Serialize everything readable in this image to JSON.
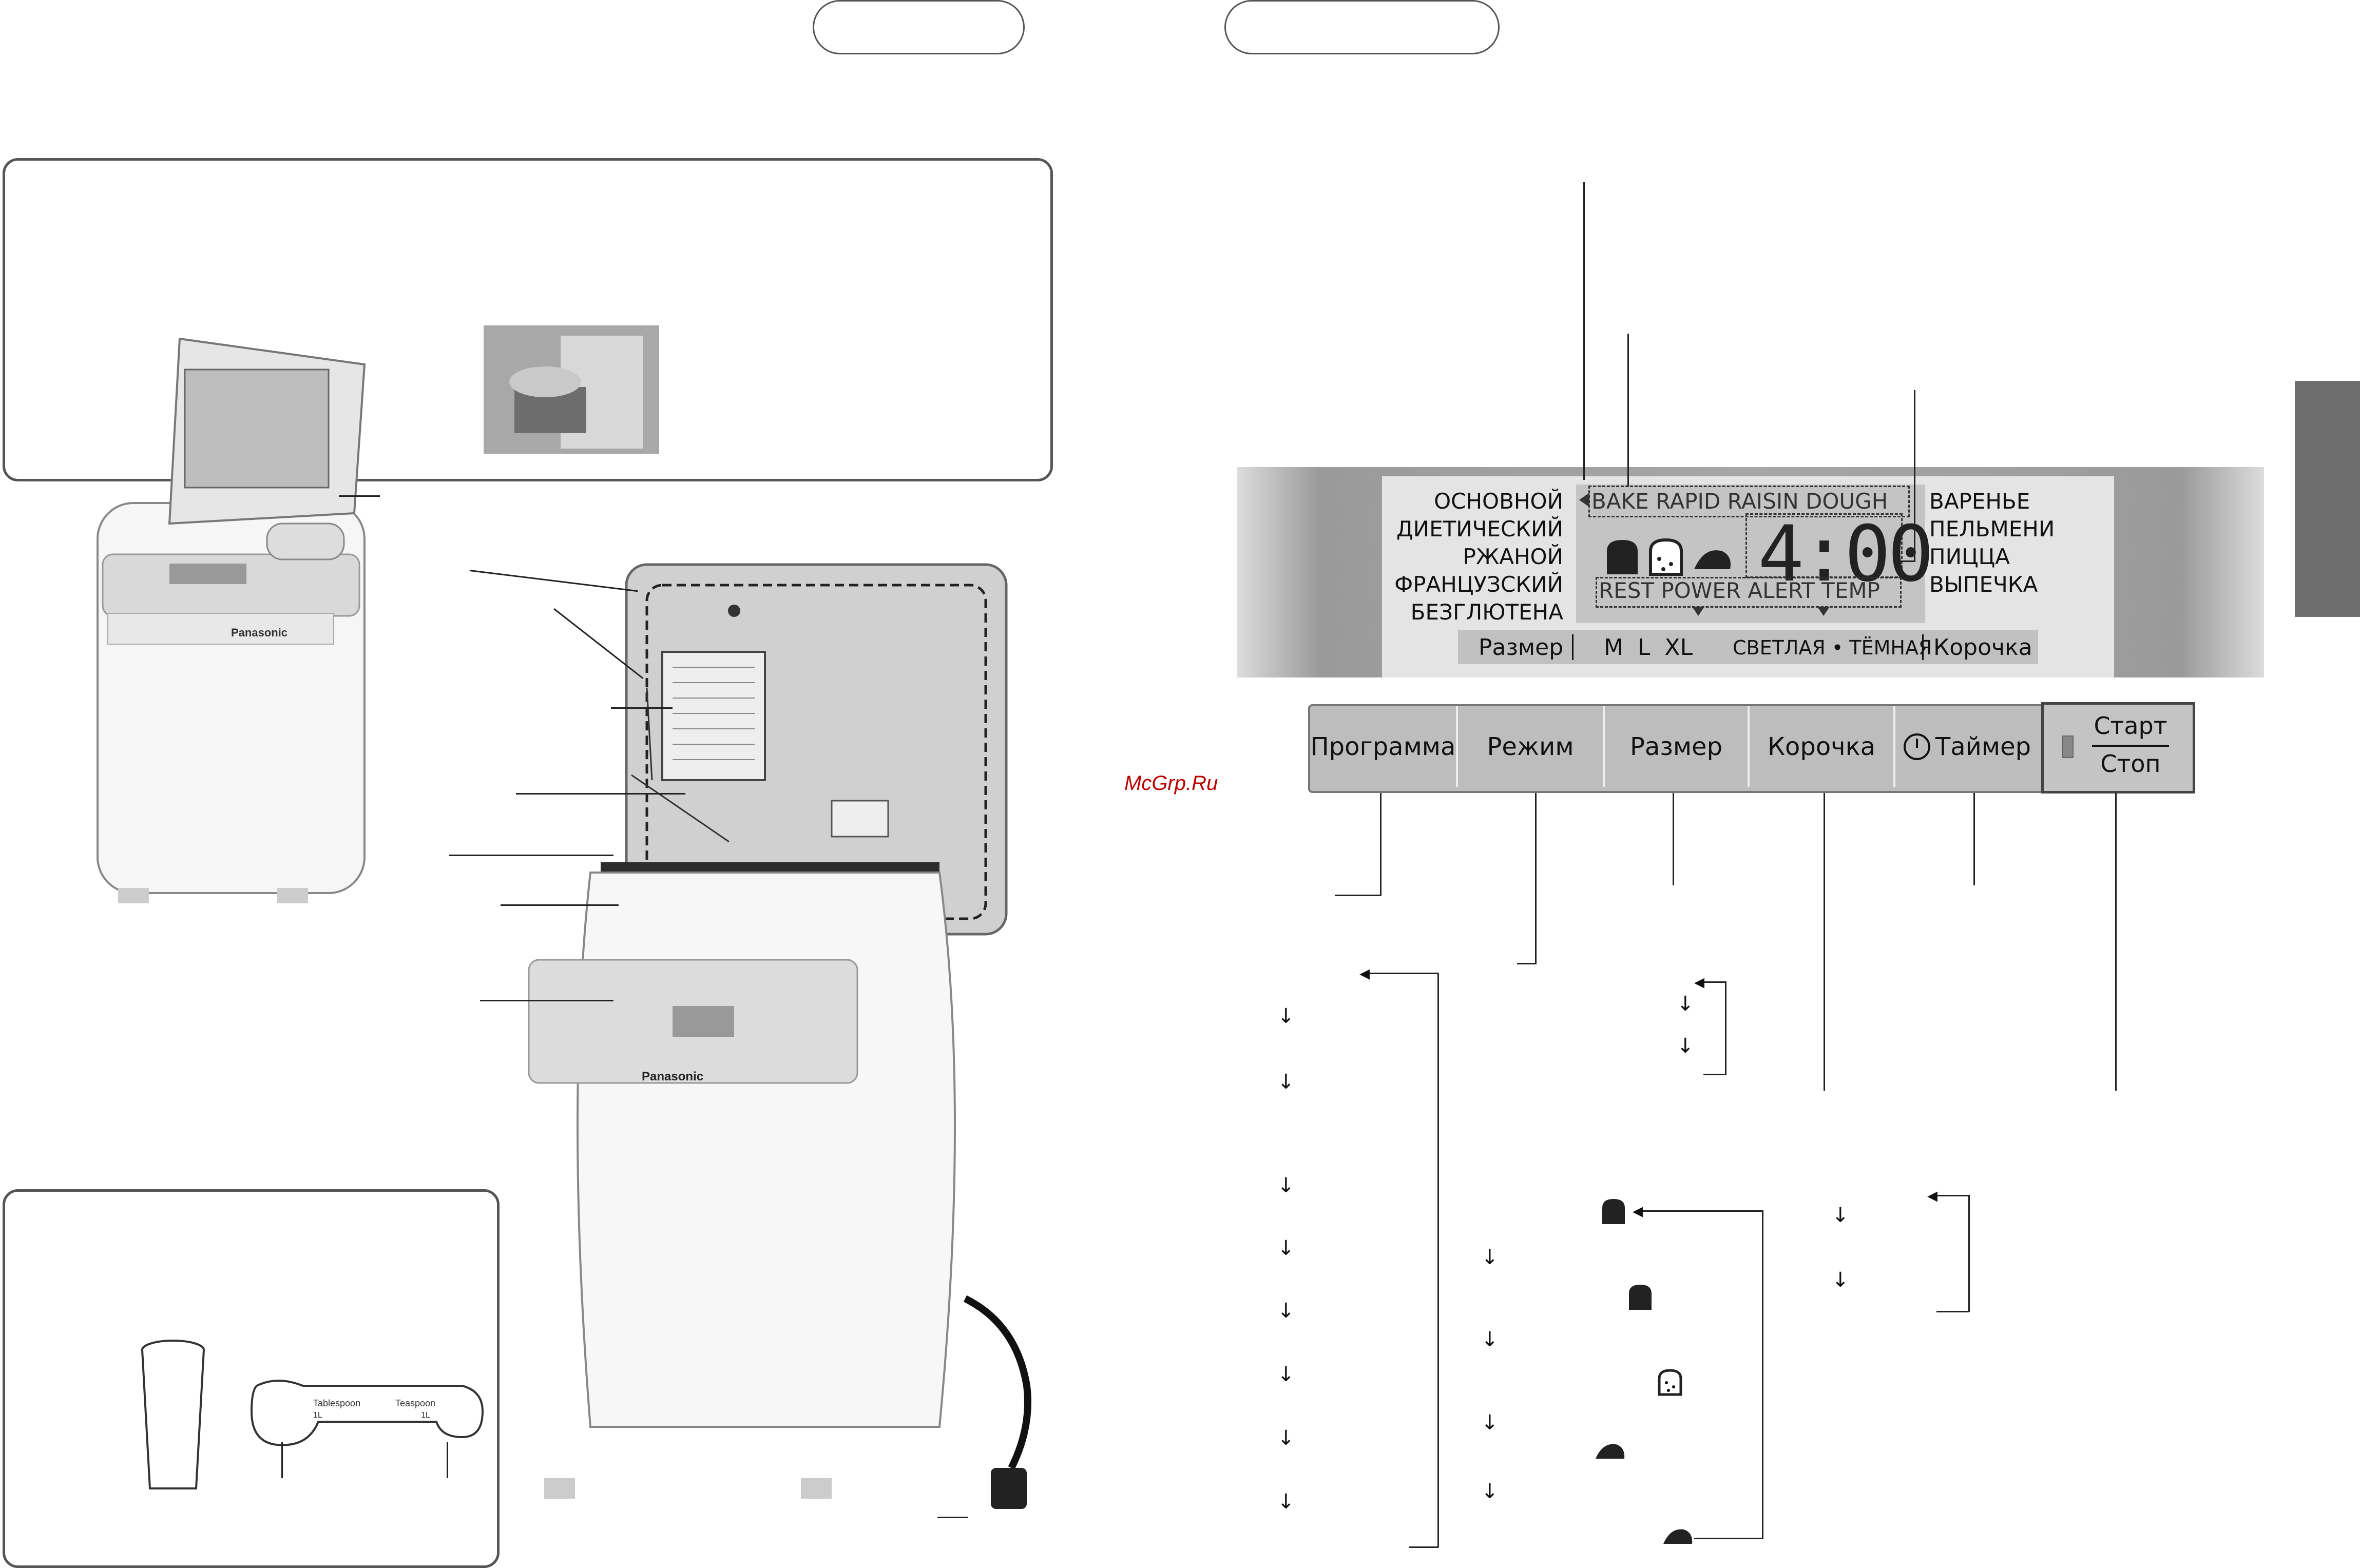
{
  "watermark": "McGrp.Ru",
  "display": {
    "programs_left": [
      "ОСНОВНОЙ",
      "ДИЕТИЧЕСКИЙ",
      "РЖАНОЙ",
      "ФРАНЦУЗСКИЙ",
      "БЕЗГЛЮТЕНА"
    ],
    "programs_right": [
      "ВАРЕНЬЕ",
      "ПЕЛЬМЕНИ",
      "ПИЦЦА",
      "ВЫПЕЧКА"
    ],
    "modes": "BAKE RAPID RAISIN DOUGH",
    "status": "REST POWER ALERT TEMP",
    "time": "4:00",
    "size_label": "Размер",
    "sizes": "M  L  XL",
    "crust_range": "СВЕТЛАЯ • ТЁМНАЯ",
    "crust_label": "Корочка"
  },
  "buttons": {
    "program": "Программа",
    "mode": "Режим",
    "size": "Размер",
    "crust": "Корочка",
    "timer": "Таймер",
    "start": "Старт",
    "stop": "Стоп"
  },
  "machine": {
    "brand": "Panasonic",
    "front_panel_left": "ОСНОВНОЙ ДИЕТИЧЕСКИЙ РЖАНОЙ ФРАНЦУЗСКИЙ БЕЗГЛЮТЕНА",
    "front_panel_right": "ВАРЕНЬЕ ПЕЛЬМЕНИ ПИЦЦА ВЫПЕЧКА",
    "front_buttons": [
      "Программа",
      "Режим",
      "Размер",
      "Корочка",
      "Таймер",
      "Старт Стоп"
    ]
  },
  "measuring_spoon": {
    "tablespoon": "Tablespoon",
    "tablespoon_amount": "1L",
    "teaspoon": "Teaspoon",
    "teaspoon_amount": "1L"
  },
  "colors": {
    "panel_gray": "#a6a6a6",
    "lcd_bg": "#e4e4e4",
    "button_gray": "#bdbdbd",
    "side_tab": "#6e6e6e",
    "watermark": "#bb0000"
  }
}
